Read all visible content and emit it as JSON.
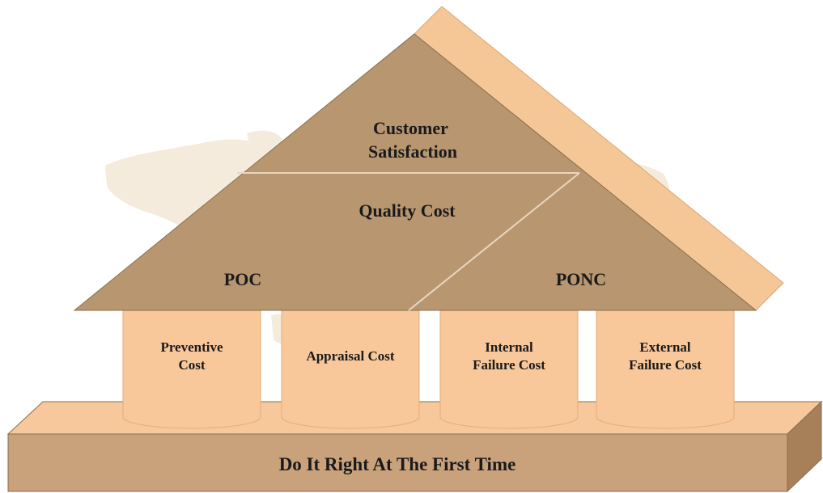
{
  "colors": {
    "roof": "#b89670",
    "roof_stroke": "#8a6e4e",
    "roof_side": "#f5c696",
    "pillar": "#f8c89a",
    "foundation_front": "#c9a27c",
    "foundation_top": "#f7c89b",
    "foundation_side": "#a77f59",
    "map": "#f3e8d6",
    "text": "#1a1a1a"
  },
  "roof": {
    "top": "Customer Satisfaction",
    "top_lines": [
      "Customer",
      "Satisfaction"
    ],
    "middle": "Quality Cost",
    "left": "POC",
    "right": "PONC"
  },
  "pillars": [
    {
      "label": "Preventive Cost",
      "lines": [
        "Preventive",
        "Cost"
      ]
    },
    {
      "label": "Appraisal Cost",
      "lines": [
        "Appraisal Cost"
      ]
    },
    {
      "label": "Internal Failure Cost",
      "lines": [
        "Internal",
        "Failure Cost"
      ]
    },
    {
      "label": "External Failure Cost",
      "lines": [
        "External",
        "Failure Cost"
      ]
    }
  ],
  "foundation": {
    "label": "Do It Right At The First Time"
  }
}
